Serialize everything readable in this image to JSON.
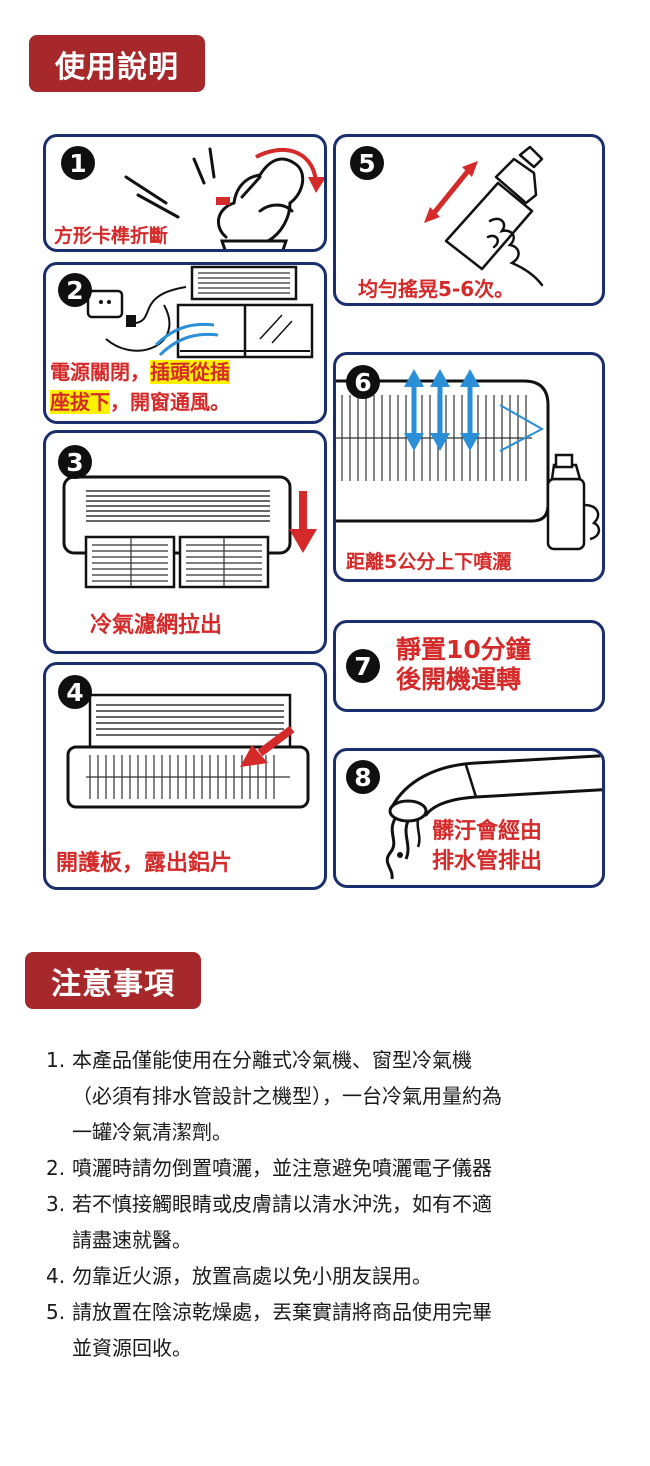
{
  "usage_header": "使用說明",
  "steps": [
    {
      "num": "1",
      "caption": "方形卡榫折斷"
    },
    {
      "num": "2",
      "caption_part1": "電源關閉，",
      "caption_hl1": "插頭從插",
      "caption_hl2": "座拔下",
      "caption_part2": "，開窗通風。"
    },
    {
      "num": "3",
      "caption": "冷氣濾網拉出"
    },
    {
      "num": "4",
      "caption": "開護板，露出鋁片"
    },
    {
      "num": "5",
      "caption": "均勻搖晃5-6次。"
    },
    {
      "num": "6",
      "caption": "距離5公分上下噴灑"
    },
    {
      "num": "7",
      "caption_line1": "靜置10分鐘",
      "caption_line2": "後開機運轉"
    },
    {
      "num": "8",
      "caption_line1": "髒汙會經由",
      "caption_line2": "排水管排出"
    }
  ],
  "notes_header": "注意事項",
  "notes": [
    {
      "num": "1.",
      "text": "本產品僅能使用在分離式冷氣機、窗型冷氣機\n（必須有排水管設計之機型），一台冷氣用量約為\n一罐冷氣清潔劑。"
    },
    {
      "num": "2.",
      "text": "噴灑時請勿倒置噴灑，並注意避免噴灑電子儀器"
    },
    {
      "num": "3.",
      "text": "若不慎接觸眼睛或皮膚請以清水沖洗，如有不適\n請盡速就醫。"
    },
    {
      "num": "4.",
      "text": "勿靠近火源，放置高處以免小朋友誤用。"
    },
    {
      "num": "5.",
      "text": "請放置在陰涼乾燥處，丟棄實請將商品使用完畢\n並資源回收。"
    }
  ],
  "colors": {
    "header_bg": "#a7282b",
    "border": "#1b2e6e",
    "caption": "#d42a2a",
    "highlight": "#fff200",
    "arrow_blue": "#2a8fd6",
    "arrow_red": "#d42a2a"
  },
  "icons": [
    "hand-icon",
    "socket-icon",
    "window-icon",
    "aircon-icon",
    "spray-can-icon",
    "drain-pipe-icon"
  ]
}
